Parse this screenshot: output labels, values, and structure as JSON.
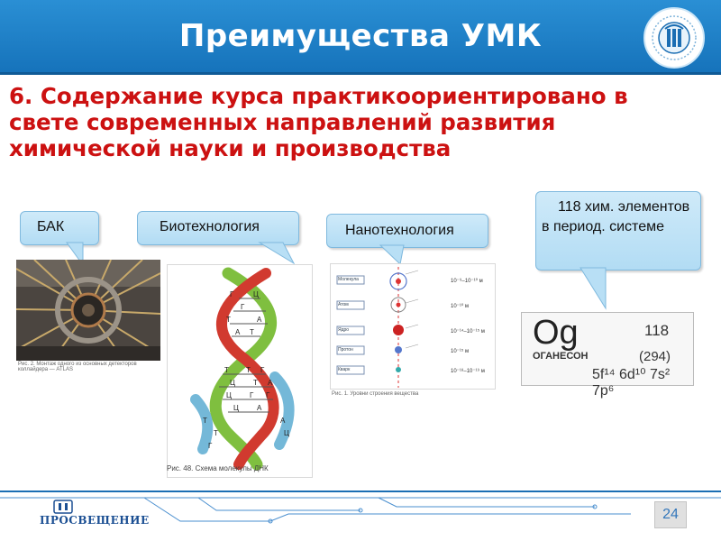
{
  "header": {
    "title": "Преимущества УМК"
  },
  "subtitle": "6. Содержание курса практикоориентировано в свете современных направлений развития химической науки и производства",
  "callouts": {
    "bak": "БАК",
    "biotech": "Биотехнология",
    "nanotech": "Нанотехнология",
    "elements": "118 хим. элементов в период. системе"
  },
  "bak_image": {
    "caption": "Рис. 2. Монтаж одного из основных детекторов коллайдера — ATLAS"
  },
  "dna_image": {
    "caption": "Рис. 48. Схема молекулы ДНК",
    "labels": [
      "Г",
      "Ц",
      "Г",
      "Т",
      "А",
      "А",
      "Т",
      "Т",
      "Т",
      "Г",
      "Ц",
      "Т",
      "А",
      "Ц",
      "Г",
      "Г",
      "Ц",
      "А",
      "Т",
      "Т",
      "А",
      "Ц",
      "Г"
    ]
  },
  "nano_image": {
    "levels": [
      "Молекула",
      "Атом",
      "Ядро",
      "Протон",
      "Кварк"
    ],
    "scales": [
      "10⁻⁹–10⁻¹⁰ м",
      "10⁻¹⁰ м",
      "10⁻¹⁴–10⁻¹⁵ м",
      "10⁻¹⁵ м",
      "10⁻¹⁸–10⁻¹⁹ м"
    ],
    "caption": "Рис. 1. Уровни строения вещества"
  },
  "element": {
    "symbol": "Og",
    "number": "118",
    "name": "ОГАНЕСОН",
    "mass": "(294)",
    "config": "5f¹⁴ 6d¹⁰ 7s² 7p⁶"
  },
  "footer": {
    "logo_text": "ПРОСВЕЩЕНИЕ",
    "page_number": "24"
  },
  "colors": {
    "header": "#1e7fc8",
    "subtitle": "#cc1111",
    "callout": "#c2e4f7",
    "footer_line": "#1b6eb3"
  },
  "icons": [
    "prosveshchenie-logo",
    "prosveshchenie-round-logo"
  ]
}
